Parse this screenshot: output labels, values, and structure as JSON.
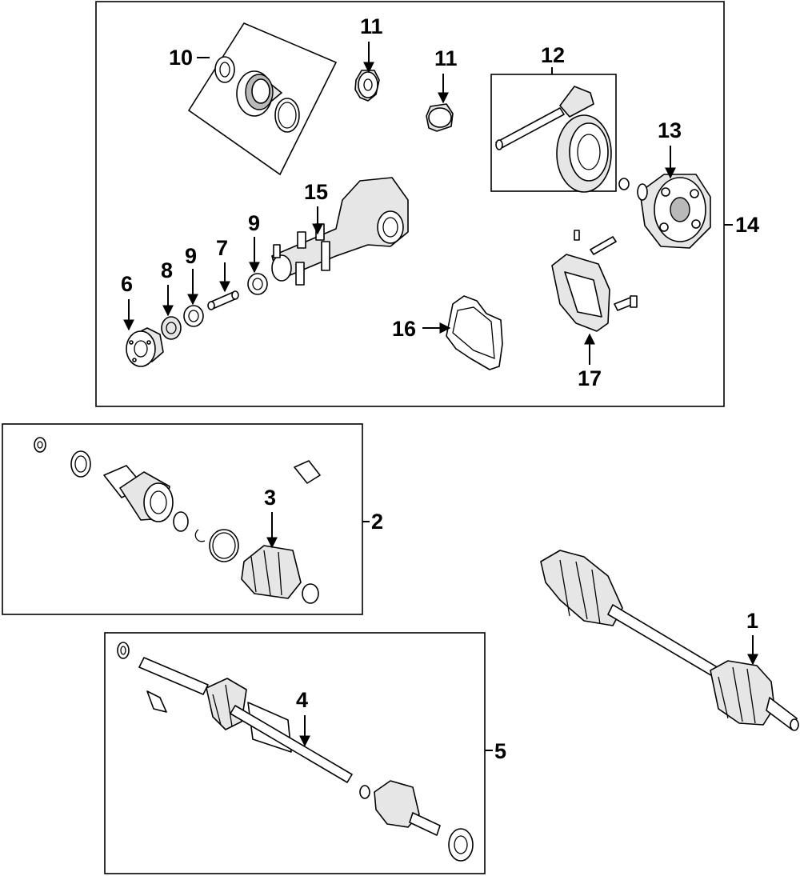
{
  "diagram": {
    "callouts": {
      "c1": "1",
      "c2": "2",
      "c3": "3",
      "c4": "4",
      "c5": "5",
      "c6": "6",
      "c7": "7",
      "c8": "8",
      "c9a": "9",
      "c9b": "9",
      "c10": "10",
      "c11a": "11",
      "c11b": "11",
      "c12": "12",
      "c13": "13",
      "c14": "14",
      "c15": "15",
      "c16": "16",
      "c17": "17"
    }
  }
}
